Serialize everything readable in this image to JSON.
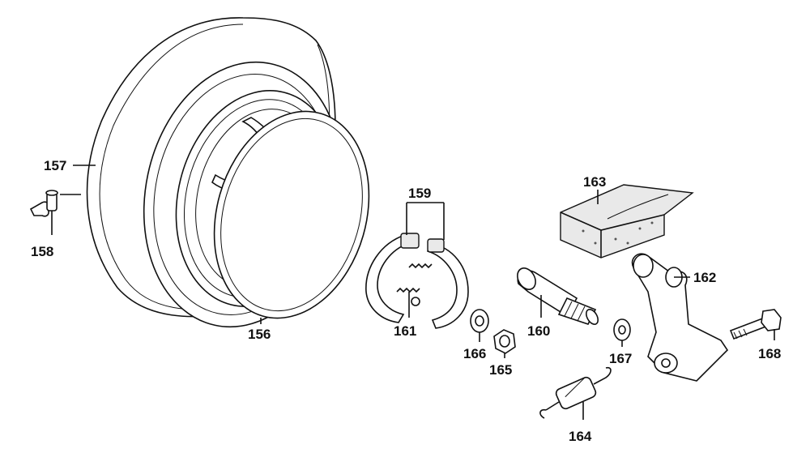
{
  "callouts": {
    "c156": "156",
    "c157": "157",
    "c158": "158",
    "c159": "159",
    "c160": "160",
    "c161": "161",
    "c162": "162",
    "c163": "163",
    "c164": "164",
    "c165": "165",
    "c166": "166",
    "c167": "167",
    "c168": "168"
  }
}
